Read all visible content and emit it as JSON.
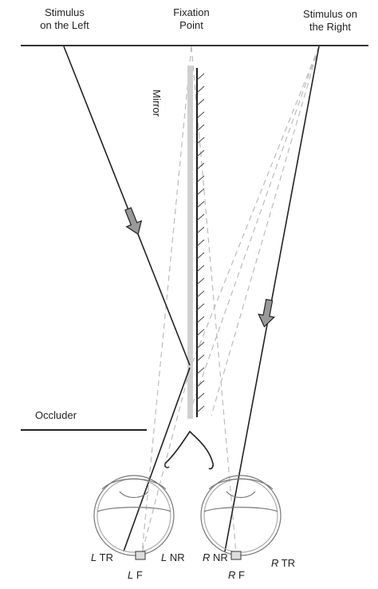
{
  "labels": {
    "stimulus_left_1": "Stimulus",
    "stimulus_left_2": "on the Left",
    "fixation_1": "Fixation",
    "fixation_2": "Point",
    "stimulus_right_1": "Stimulus on",
    "stimulus_right_2": "the Right",
    "mirror": "Mirror",
    "occluder": "Occluder"
  },
  "eye_labels": {
    "left_tr_prefix": "L",
    "left_tr": "TR",
    "left_f_prefix": "L",
    "left_f": "F",
    "left_nr_prefix": "L",
    "left_nr": "NR",
    "right_nr_prefix": "R",
    "right_nr": "NR",
    "right_f_prefix": "R",
    "right_f": "F",
    "right_tr_prefix": "R",
    "right_tr": "TR"
  },
  "colors": {
    "ray": "#222222",
    "dashed": "#bbbbbb",
    "arrow_fill": "#999999",
    "mirror": "#d0d0d0"
  }
}
